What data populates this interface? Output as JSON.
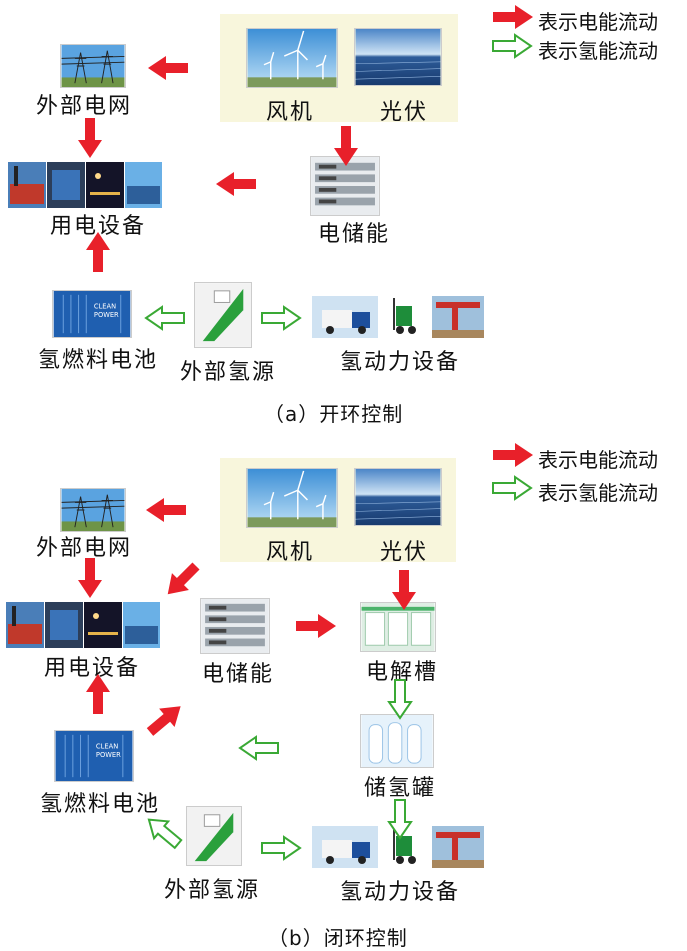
{
  "legend": {
    "electric": "表示电能流动",
    "hydrogen": "表示氢能流动"
  },
  "colors": {
    "electric_arrow": "#e8202a",
    "hydrogen_arrow": "#3aa935",
    "panel_bg": "#f8f6dc"
  },
  "a": {
    "wind": "风机",
    "solar": "光伏",
    "grid": "外部电网",
    "storage": "电储能",
    "load": "用电设备",
    "fuelcell": "氢燃料电池",
    "h2source": "外部氢源",
    "h2equip": "氢动力设备",
    "caption": "（a）开环控制"
  },
  "b": {
    "wind": "风机",
    "solar": "光伏",
    "grid": "外部电网",
    "storage": "电储能",
    "electrolyzer": "电解槽",
    "load": "用电设备",
    "tank": "储氢罐",
    "fuelcell": "氢燃料电池",
    "h2source": "外部氢源",
    "h2equip": "氢动力设备",
    "caption": "（b）闭环控制"
  }
}
